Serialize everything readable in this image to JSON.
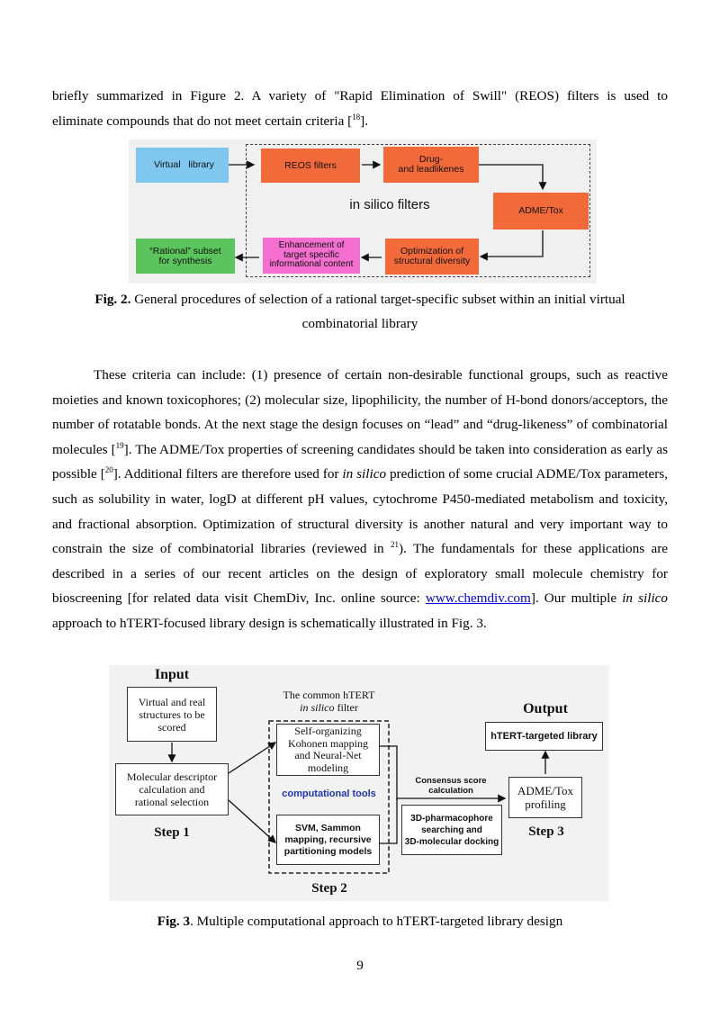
{
  "p1": {
    "t1": "briefly summarized in Figure 2.  A variety of \"Rapid Elimination of Swill\" (REOS) filters is used to",
    "t2": "eliminate compounds that do not meet certain criteria [",
    "ref": "18",
    "t3": "]."
  },
  "fig2": {
    "virtual_library": "Virtual   library",
    "reos": "REOS filters",
    "drug_lead": "Drug-\nand leadlikenes",
    "admet": "ADME/Tox",
    "in_silico": "in silico filters",
    "rational": "“Rational” subset\nfor synthesis",
    "enhancement": "Enhancement of\ntarget specific\ninformational content",
    "optimization": "Optimization of\nstructural diversity",
    "colors": {
      "virtual": "#7fc7ef",
      "reos": "#f26a3a",
      "rational": "#5cc45c",
      "enhancement": "#f46fcf"
    }
  },
  "cap2": {
    "label": "Fig. 2.",
    "line1": " General procedures of selection of a rational target-specific subset within an initial virtual",
    "line2": "combinatorial library"
  },
  "p2": {
    "a": "These criteria can include: (1) presence of certain non-desirable functional groups, such as reactive moieties and known toxicophores; (2) molecular size, lipophilicity, the number of H-bond donors/acceptors, the number of rotatable bonds. At the next stage the design focuses on “lead” and “drug-likeness” of combinatorial molecules [",
    "ref19": "19",
    "b": "]. The ADME/Tox properties of screening candidates should be taken into consideration as early as possible [",
    "ref20": "20",
    "c": "].   Additional filters are therefore used for ",
    "in_silico": "in silico",
    "d": " prediction of some crucial ADME/Tox parameters, such as solubility in water, logD at different pH values, cytochrome P450-mediated metabolism and toxicity, and fractional absorption.  Optimization of structural diversity is another natural and very important way to constrain the size of combinatorial libraries (reviewed in ",
    "ref21": "21",
    "e": "). The fundamentals for these applications are described in a series of our recent articles on the design of exploratory small molecule chemistry for bioscreening [for related data visit ChemDiv, Inc. online source: ",
    "link": "www.chemdiv.com",
    "f": "]. Our multiple ",
    "in_silico2": "in silico",
    "g": " approach to hTERT-focused library design is schematically illustrated in Fig. 3."
  },
  "fig3": {
    "input": "Input",
    "virtual_real": "Virtual and real\nstructures to be\nscored",
    "mol_desc": "Molecular descriptor\ncalculation and\nrational selection",
    "step1": "Step 1",
    "common_htert": "The common hTERT",
    "in_silico_filter": "in silico",
    "filter_word": " filter",
    "kohonen": "Self-organizing\nKohonen mapping\nand Neural-Net\nmodeling",
    "comp_tools": "computational tools",
    "svm": "SVM, Sammon\nmapping, recursive\npartitioning models",
    "step2": "Step 2",
    "consensus": "Consensus score\ncalculation",
    "pharmacophore": "3D-pharmacophore\nsearching and\n3D-molecular docking",
    "output": "Output",
    "targeted_lib": "hTERT-targeted library",
    "admet_prof": "ADME/Tox\nprofiling",
    "step3": "Step 3"
  },
  "cap3": {
    "label": "Fig. 3",
    "text": ". Multiple computational approach to hTERT-targeted library design"
  },
  "page_number": "9"
}
